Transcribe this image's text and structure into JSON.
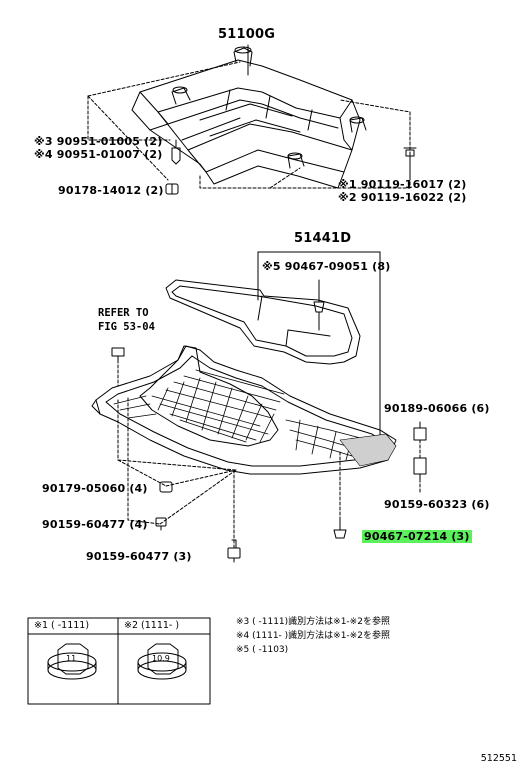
{
  "subframe": {
    "part_no": "51100G"
  },
  "cover": {
    "part_no": "51441D"
  },
  "refer": {
    "line1": "REFER TO",
    "line2": "FIG 53-04"
  },
  "labels": {
    "l1": "※3 90951-01005 (2)",
    "l2": "※4 90951-01007 (2)",
    "l3": "90178-14012 (2)",
    "l4": "※1 90119-16017 (2)",
    "l5": "※2 90119-16022 (2)",
    "l6": "※5 90467-09051 (8)",
    "l7": "90189-06066 (6)",
    "l8": "90179-05060 (4)",
    "l9": "90159-60477 (4)",
    "l10": "90159-60323 (6)",
    "l11": "90467-07214 (3)",
    "l12": "90159-60477 (3)"
  },
  "highlight_color": "#5df05d",
  "legend": {
    "box1_caption": "※1 (      -1111)",
    "box2_caption": "※2 (1111-      )",
    "box1_nut": "11",
    "box2_nut": "10.9"
  },
  "notes": {
    "n1": "※3 (      -1111)識別方法は※1-※2を参照",
    "n2": "※4 (1111-      )識別方法は※1-※2を参照",
    "n3": "※5 (      -1103)"
  },
  "figure_no": "512551"
}
